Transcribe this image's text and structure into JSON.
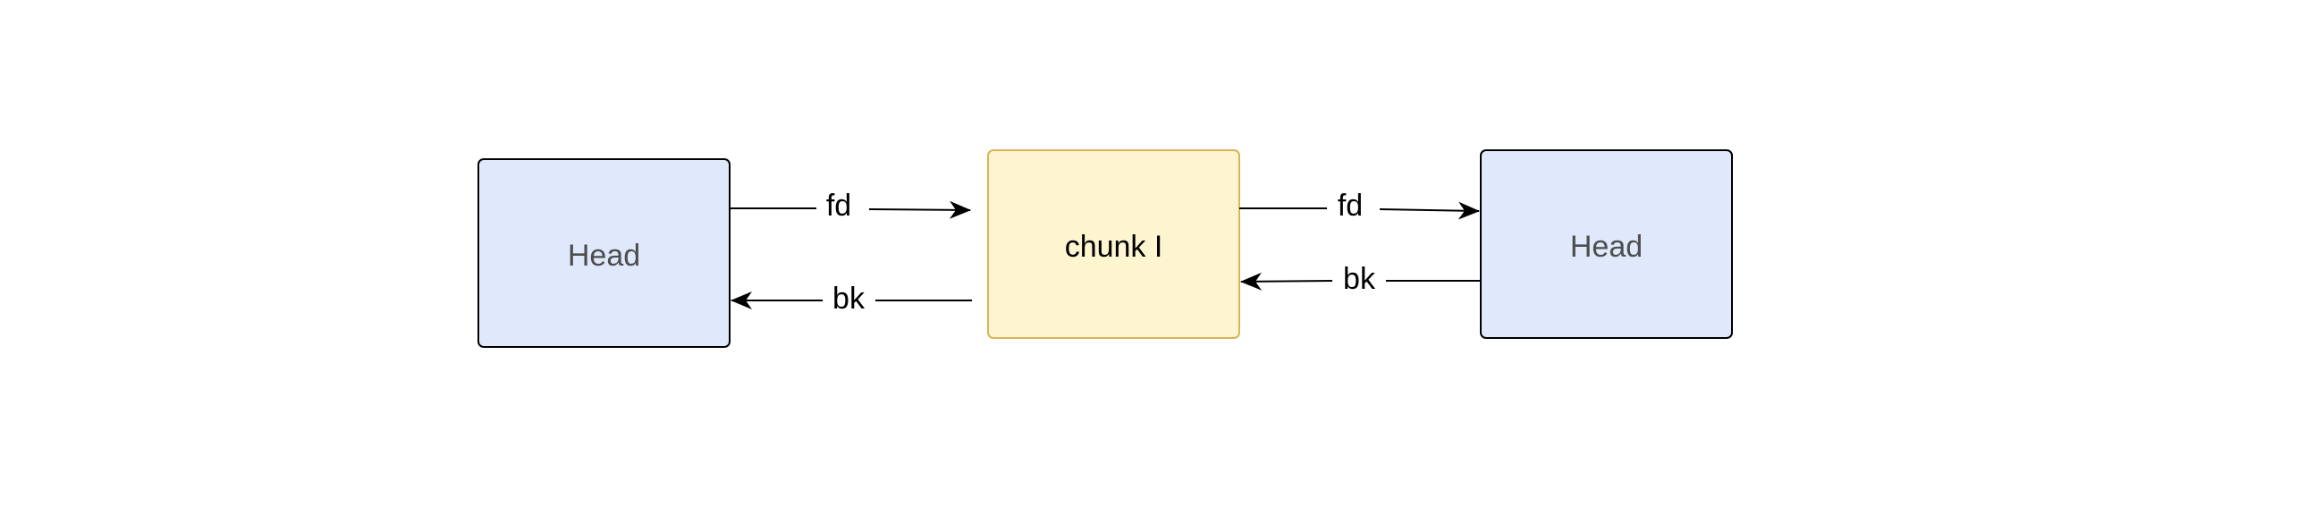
{
  "diagram": {
    "nodes": [
      {
        "id": "head-left",
        "label": "Head",
        "fill": "#dfe9fb",
        "stroke": "#000000",
        "text_color": "#4d4d4d"
      },
      {
        "id": "chunk",
        "label": "chunk I",
        "fill": "#fdf4d0",
        "stroke": "#d6b656",
        "text_color": "#000000"
      },
      {
        "id": "head-right",
        "label": "Head",
        "fill": "#dfe9fb",
        "stroke": "#000000",
        "text_color": "#4d4d4d"
      }
    ],
    "edges": [
      {
        "id": "edge-fd-left",
        "label": "fd",
        "from": "head-left",
        "to": "chunk"
      },
      {
        "id": "edge-bk-left",
        "label": "bk",
        "from": "chunk",
        "to": "head-left"
      },
      {
        "id": "edge-fd-right",
        "label": "fd",
        "from": "chunk",
        "to": "head-right"
      },
      {
        "id": "edge-bk-right",
        "label": "bk",
        "from": "head-right",
        "to": "chunk"
      }
    ],
    "line_color": "#000000"
  }
}
